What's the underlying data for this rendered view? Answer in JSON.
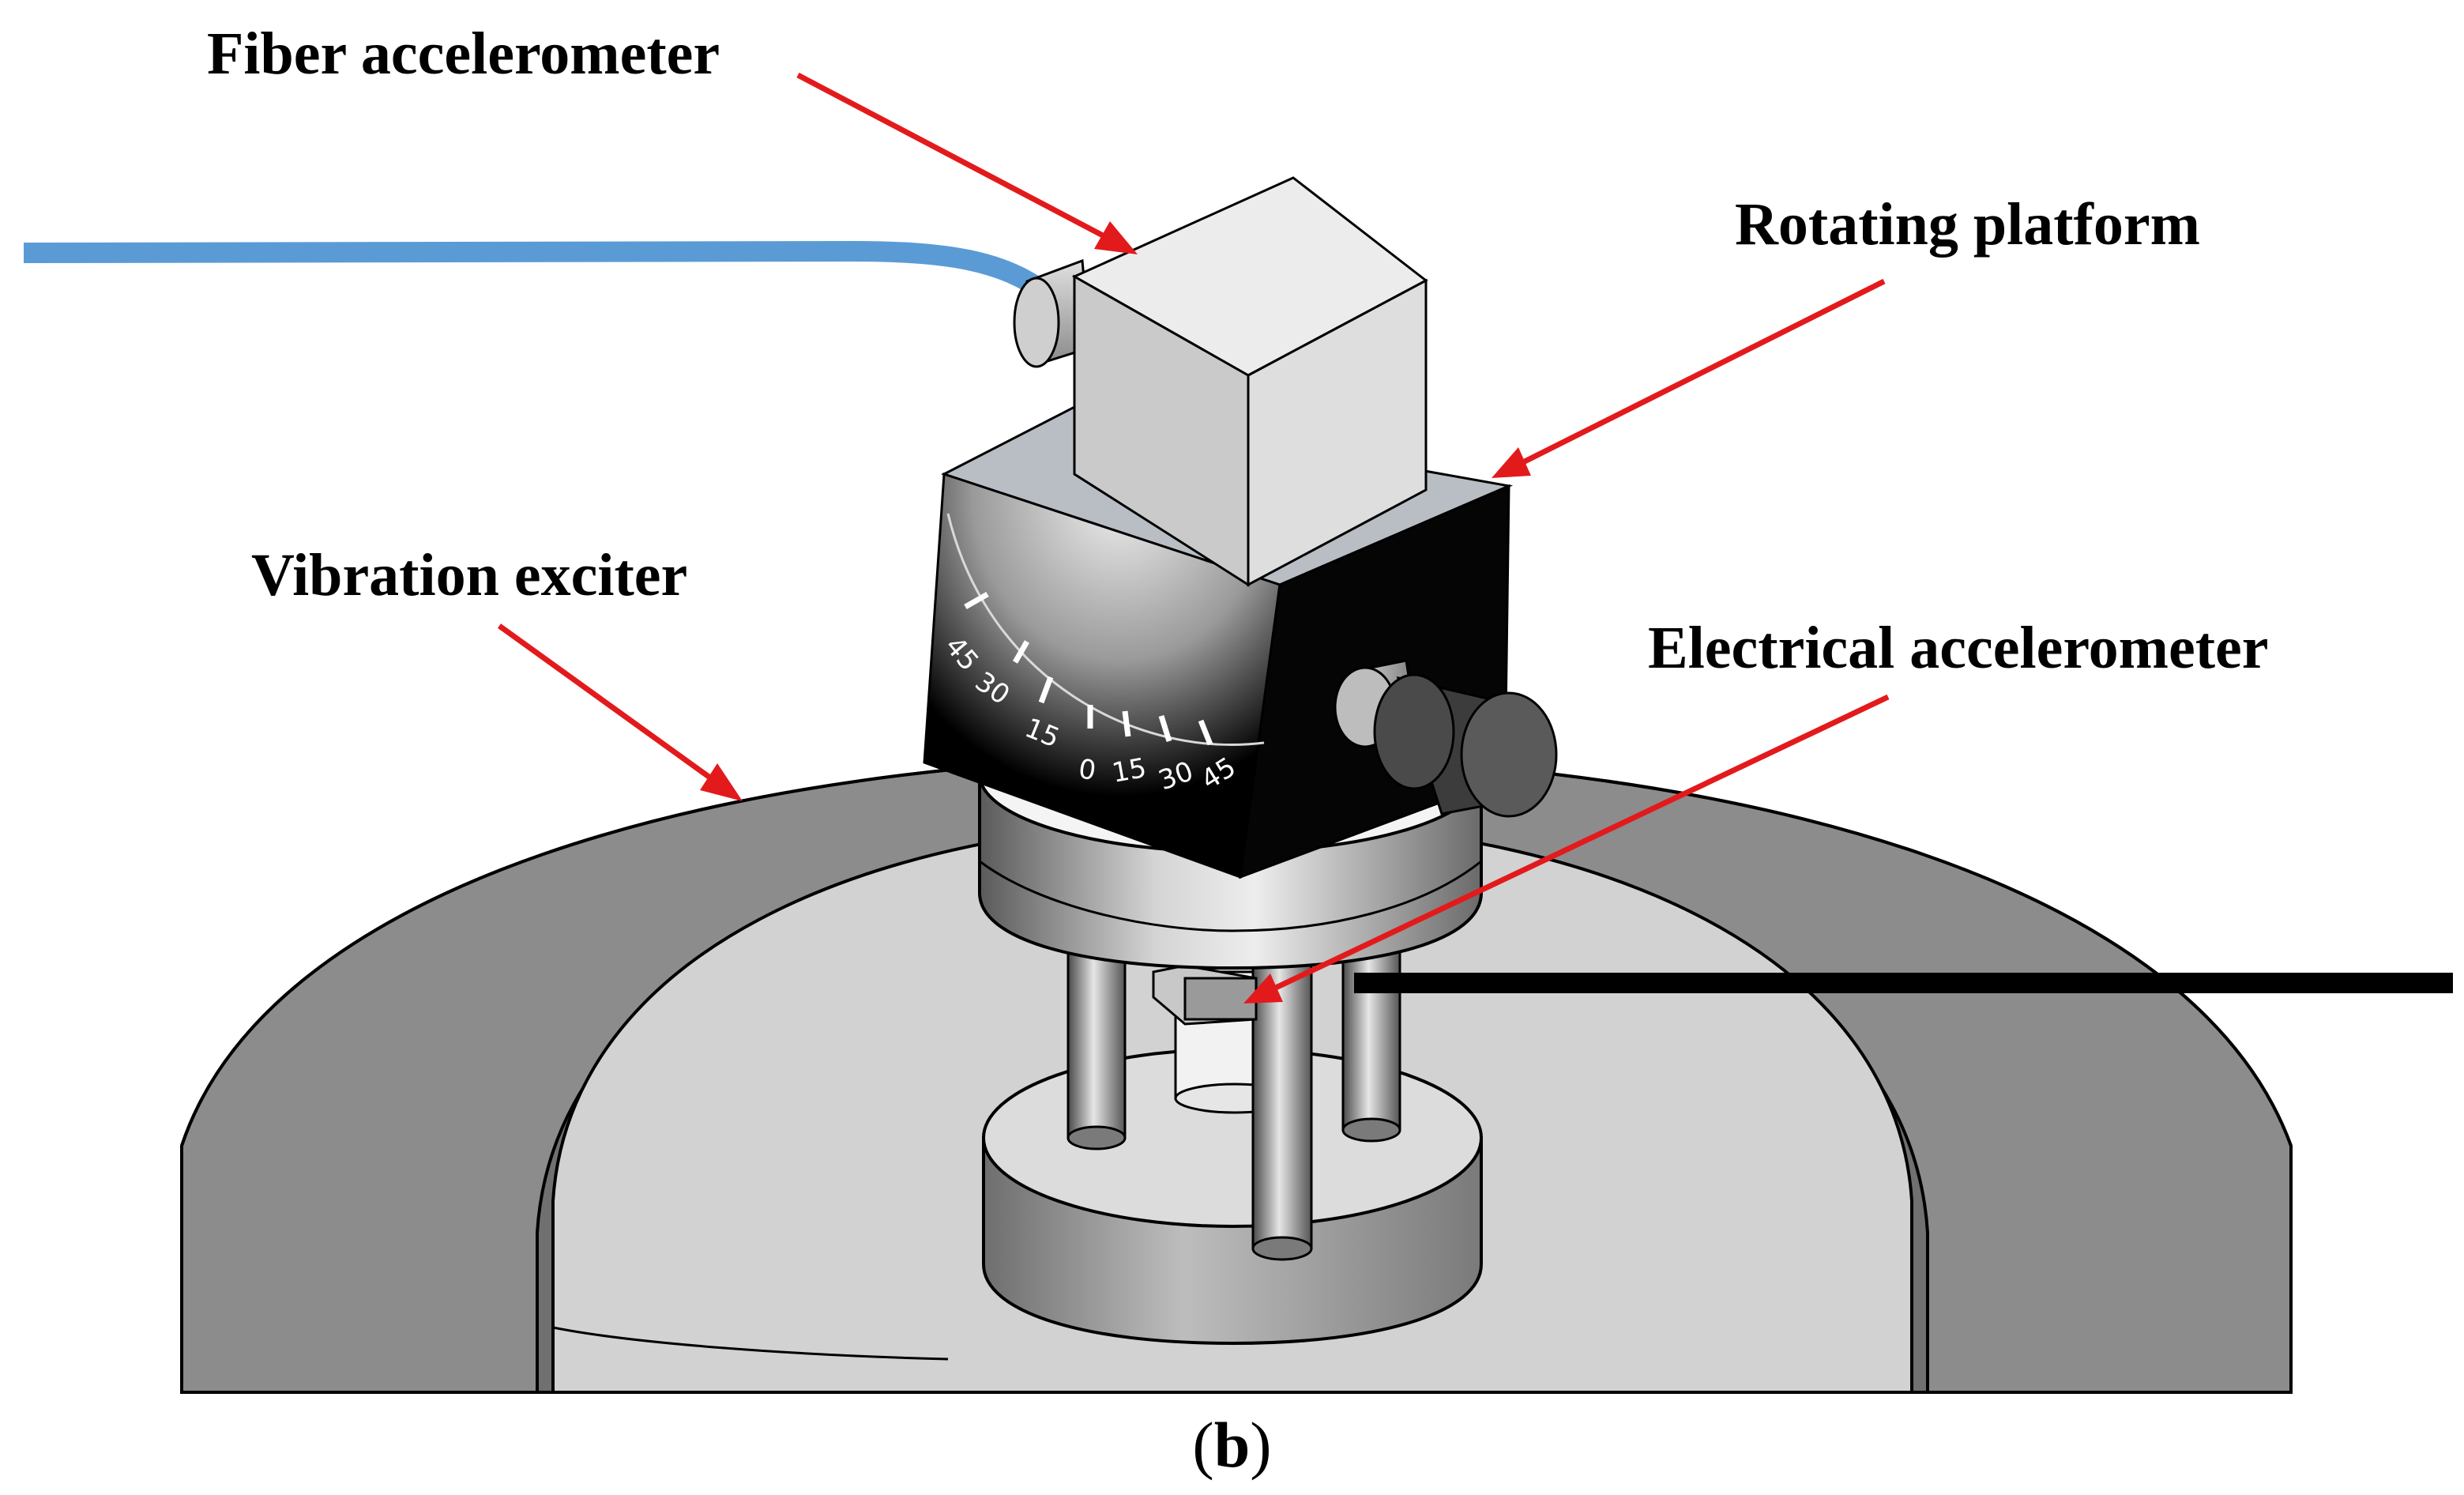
{
  "labels": {
    "fiber_accelerometer": "Fiber accelerometer",
    "rotating_platform": "Rotating platform",
    "vibration_exciter": "Vibration exciter",
    "electrical_accelerometer": "Electrical accelerometer"
  },
  "caption": {
    "open": "(",
    "letter": "b",
    "close": ")"
  },
  "dial": {
    "ticks": [
      "45",
      "30",
      "15",
      "0",
      "15",
      "30",
      "45"
    ]
  },
  "colors": {
    "arrow": "#e31a1c",
    "fiber_cable": "#5b9bd5",
    "electrical_cable": "#000000"
  }
}
